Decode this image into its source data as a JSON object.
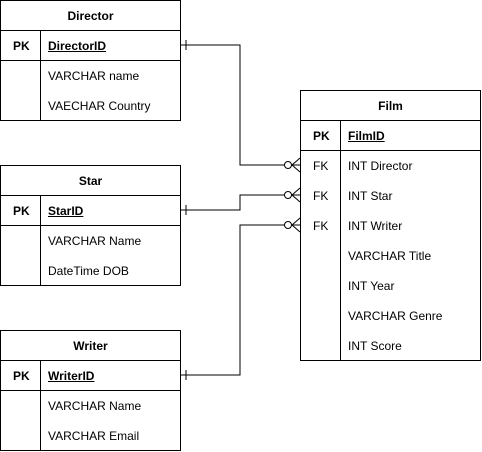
{
  "entities": {
    "director": {
      "title": "Director",
      "pk": {
        "key": "PK",
        "name": "DirectorID"
      },
      "fields": [
        "VARCHAR name",
        "VAECHAR Country"
      ]
    },
    "star": {
      "title": "Star",
      "pk": {
        "key": "PK",
        "name": "StarID"
      },
      "fields": [
        "VARCHAR Name",
        "DateTime DOB"
      ]
    },
    "writer": {
      "title": "Writer",
      "pk": {
        "key": "PK",
        "name": "WriterID"
      },
      "fields": [
        "VARCHAR Name",
        "VARCHAR Email"
      ]
    },
    "film": {
      "title": "Film",
      "pk": {
        "key": "PK",
        "name": "FilmID"
      },
      "fk_rows": [
        {
          "key": "FK",
          "name": "INT Director"
        },
        {
          "key": "FK",
          "name": "INT Star"
        },
        {
          "key": "FK",
          "name": "INT Writer"
        }
      ],
      "fields": [
        "VARCHAR Title",
        "INT Year",
        "VARCHAR Genre",
        "INT Score"
      ]
    }
  },
  "relationships": [
    {
      "from": "director",
      "to": "film",
      "fk": "INT Director",
      "from_end": "one",
      "to_end": "zero-or-many"
    },
    {
      "from": "star",
      "to": "film",
      "fk": "INT Star",
      "from_end": "one",
      "to_end": "zero-or-many"
    },
    {
      "from": "writer",
      "to": "film",
      "fk": "INT Writer",
      "from_end": "one",
      "to_end": "zero-or-many"
    }
  ]
}
